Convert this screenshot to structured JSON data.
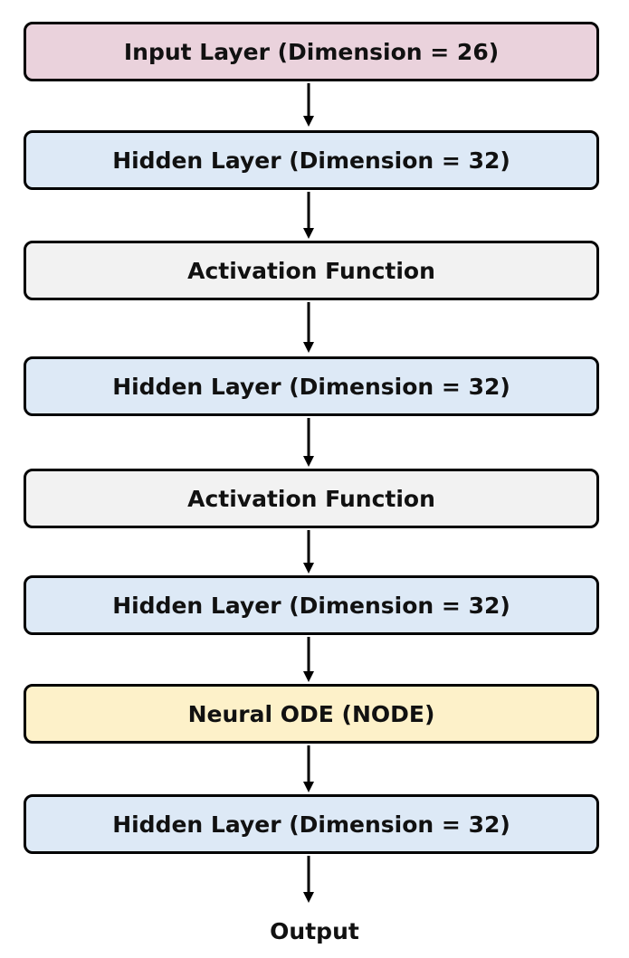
{
  "diagram": {
    "nodes": [
      {
        "label": "Input Layer (Dimension = 26)",
        "fill": "#ead2dc"
      },
      {
        "label": "Hidden Layer (Dimension = 32)",
        "fill": "#dde9f6"
      },
      {
        "label": "Activation Function",
        "fill": "#f2f2f2"
      },
      {
        "label": "Hidden Layer (Dimension = 32)",
        "fill": "#dde9f6"
      },
      {
        "label": "Activation Function",
        "fill": "#f2f2f2"
      },
      {
        "label": "Hidden Layer (Dimension = 32)",
        "fill": "#dde9f6"
      },
      {
        "label": "Neural ODE (NODE)",
        "fill": "#fdf1c9"
      },
      {
        "label": "Hidden Layer (Dimension = 32)",
        "fill": "#dde9f6"
      }
    ],
    "output_label": "Output",
    "stroke_color": "#000000"
  }
}
